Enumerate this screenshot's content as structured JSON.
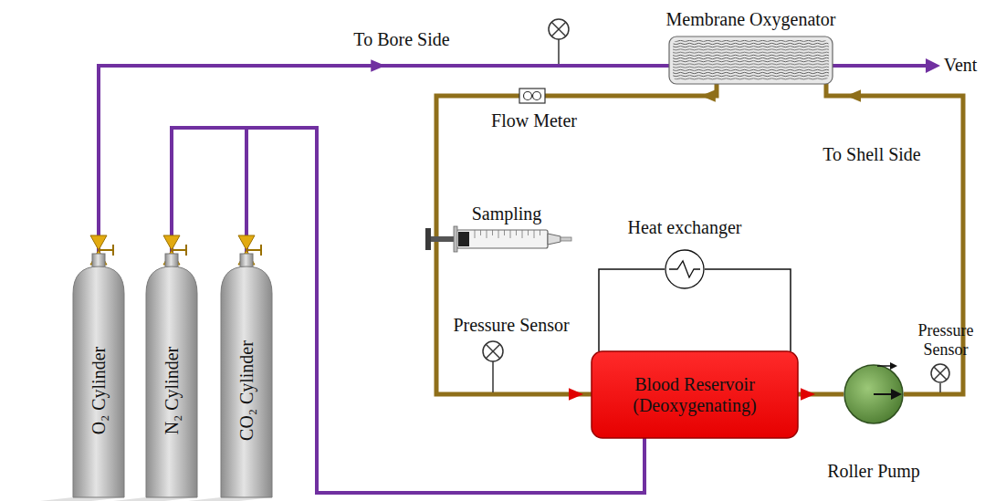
{
  "diagram": {
    "nodes": [
      {
        "text": [
          "O₂ Cylinder"
        ]
      },
      {
        "text": [
          "N₂ Cylinder"
        ]
      },
      {
        "text": [
          "CO₂ Cylinder"
        ]
      },
      {
        "text": [
          "Membrane Oxygenator"
        ]
      },
      {
        "text": [
          "Blood Reservoir (Deoxygenating)"
        ]
      },
      {
        "text": [
          "Roller Pump"
        ]
      },
      {
        "text": [
          "Heat exchanger"
        ]
      }
    ],
    "edges": [
      {
        "from": 0,
        "to": 3,
        "arrow": "to",
        "label": "To Bore Side"
      },
      {
        "from": 1,
        "to": 4,
        "arrow": "none"
      },
      {
        "from": 2,
        "to": 4,
        "arrow": "none"
      },
      {
        "from": 4,
        "to": 5,
        "arrow": "to"
      },
      {
        "from": 5,
        "to": 3,
        "arrow": "to",
        "label": "To Shell Side"
      },
      {
        "from": 3,
        "to": 4,
        "arrow": "to"
      },
      {
        "from": 4,
        "to": 6,
        "arrow": "none"
      },
      {
        "from": 6,
        "to": 4,
        "arrow": "none"
      }
    ],
    "labels": [
      "Vent",
      "Flow Meter",
      "Sampling",
      "Pressure Sensor",
      "Pressure Sensor"
    ]
  }
}
